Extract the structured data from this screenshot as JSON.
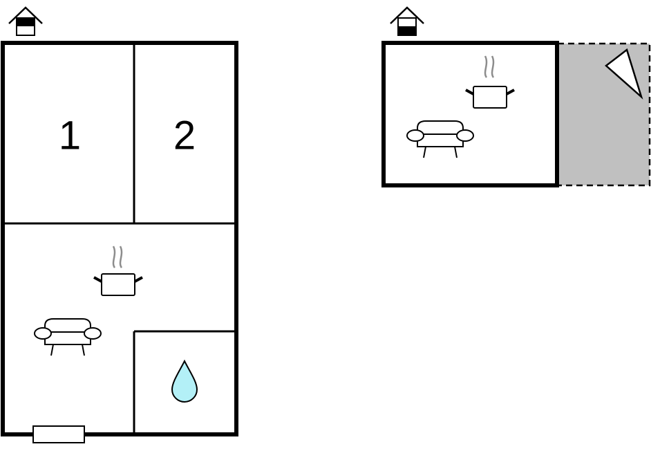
{
  "floors": [
    {
      "floor_icon": "house-floor-lower-icon",
      "rooms": [
        {
          "label": "1",
          "type": "bedroom"
        },
        {
          "label": "2",
          "type": "bedroom"
        },
        {
          "label": "",
          "type": "living-kitchen",
          "icons": [
            "cooking-pot-icon",
            "sofa-icon"
          ]
        },
        {
          "label": "",
          "type": "bathroom",
          "icons": [
            "water-drop-icon"
          ]
        }
      ],
      "entrance": "entrance-door-icon"
    },
    {
      "floor_icon": "house-floor-upper-icon",
      "rooms": [
        {
          "label": "",
          "type": "living-kitchen",
          "icons": [
            "cooking-pot-icon",
            "sofa-icon"
          ]
        },
        {
          "label": "",
          "type": "terrace",
          "icons": [
            "terrace-flag-icon"
          ]
        }
      ]
    }
  ],
  "colors": {
    "wall": "#000000",
    "steam": "#8c8c8c",
    "terrace": "#c0c0c0",
    "water": "#b3f0f7"
  }
}
